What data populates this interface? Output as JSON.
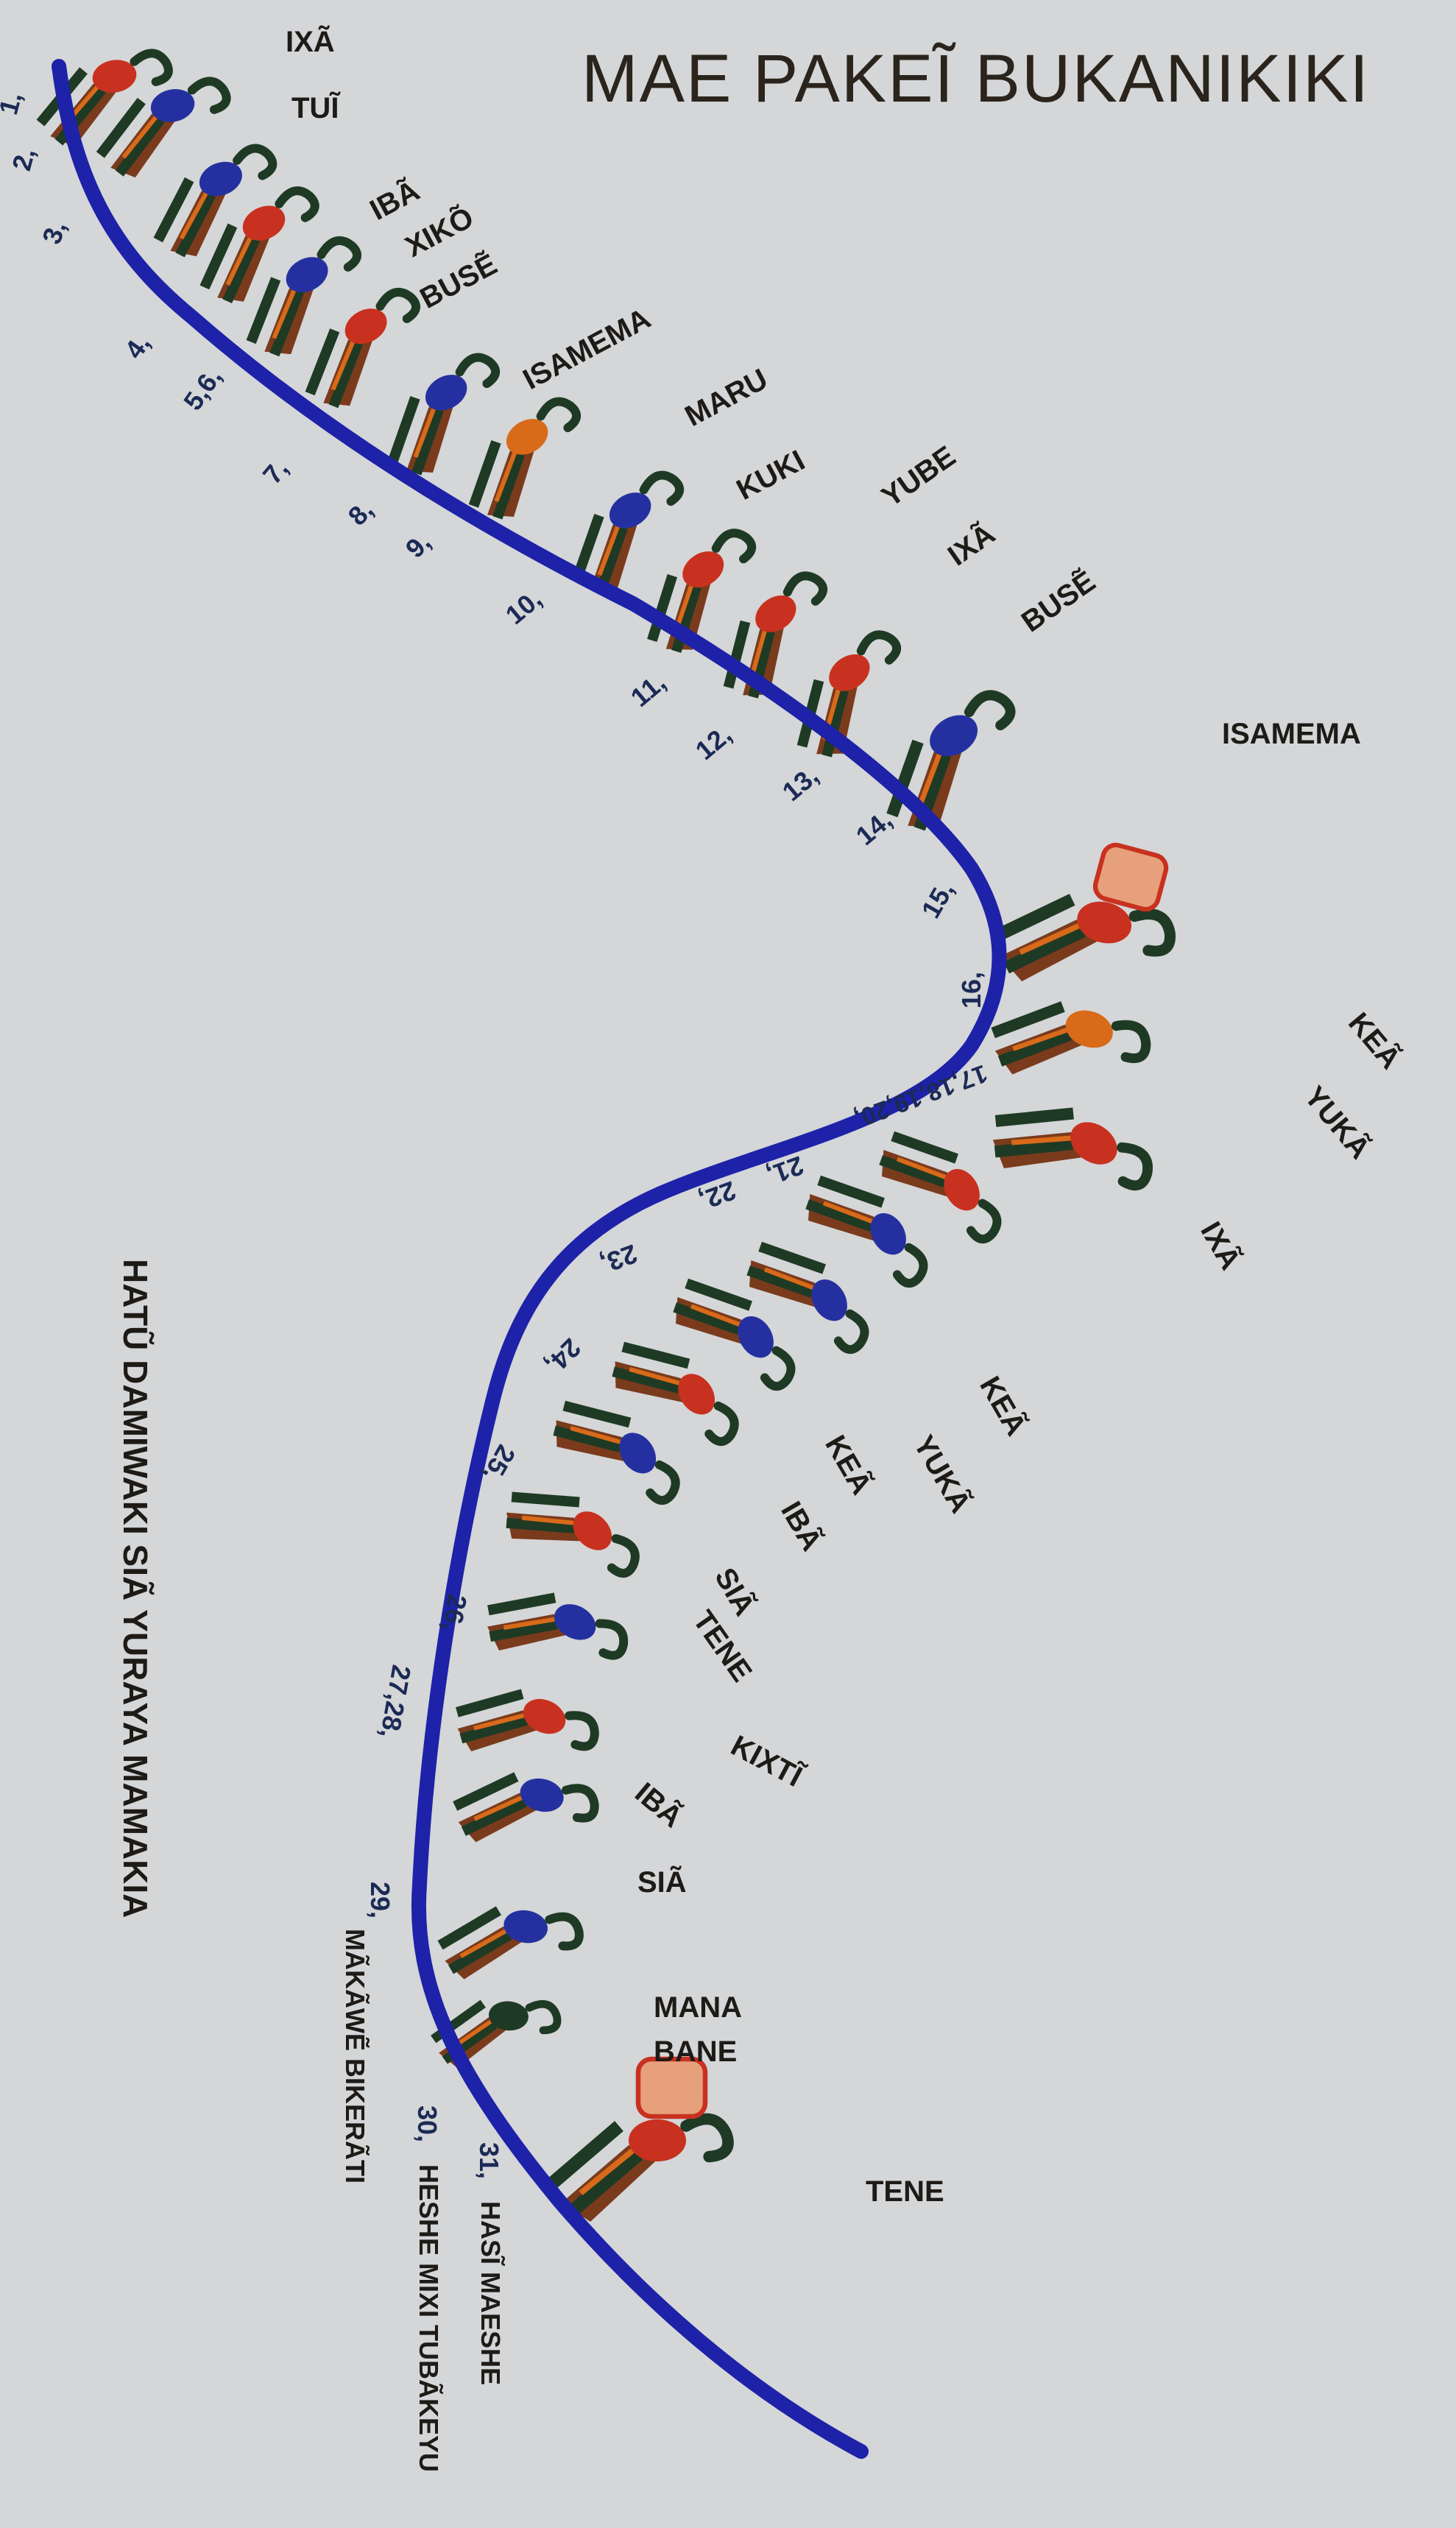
{
  "title": "MAE PAKEĨ BUKANIKIKI",
  "side_caption": "HATŨ DAMIWAKI SIÃ YURAYA MAMAKIA",
  "colors": {
    "background": "#d4d6d8",
    "path": "#1d22a8",
    "text": "#1e1a16",
    "number_text": "#1b2a55",
    "figure_red": "#c8311f",
    "figure_orange": "#d86a1a",
    "figure_green": "#1f3a24",
    "figure_blue": "#2530a0",
    "figure_brown": "#7a3b1c"
  },
  "labels": [
    {
      "id": "ixa-1",
      "text": "IXÃ"
    },
    {
      "id": "tui",
      "text": "TUĨ"
    },
    {
      "id": "iba-1",
      "text": "IBÃ"
    },
    {
      "id": "xiko",
      "text": "XIKÕ"
    },
    {
      "id": "buse-1",
      "text": "BUSẼ"
    },
    {
      "id": "isamema-1",
      "text": "ISAMEMA"
    },
    {
      "id": "maru",
      "text": "MARU"
    },
    {
      "id": "kuki",
      "text": "KUKI"
    },
    {
      "id": "yube",
      "text": "YUBE"
    },
    {
      "id": "ixa-2",
      "text": "IXÃ"
    },
    {
      "id": "buse-2",
      "text": "BUSẼ"
    },
    {
      "id": "isamema-2",
      "text": "ISAMEMA"
    },
    {
      "id": "kea-1",
      "text": "KEÃ"
    },
    {
      "id": "yuka-1",
      "text": "YUKÃ"
    },
    {
      "id": "ixa-3",
      "text": "IXÃ"
    },
    {
      "id": "kea-2",
      "text": "KEÃ"
    },
    {
      "id": "yuka-2",
      "text": "YUKÃ"
    },
    {
      "id": "kea-3",
      "text": "KEÃ"
    },
    {
      "id": "iba-2",
      "text": "IBÃ"
    },
    {
      "id": "sia-1",
      "text": "SIÃ"
    },
    {
      "id": "tene-1",
      "text": "TENE"
    },
    {
      "id": "kixti",
      "text": "KIXTĨ"
    },
    {
      "id": "iba-3",
      "text": "IBÃ"
    },
    {
      "id": "sia-2",
      "text": "SIÃ"
    },
    {
      "id": "mana",
      "text": "MANA"
    },
    {
      "id": "bane",
      "text": "BANE"
    },
    {
      "id": "tene-2",
      "text": "TENE"
    }
  ],
  "numbers": [
    {
      "id": "n1",
      "text": "1,"
    },
    {
      "id": "n2",
      "text": "2,"
    },
    {
      "id": "n3",
      "text": "3,"
    },
    {
      "id": "n4",
      "text": "4,"
    },
    {
      "id": "n56",
      "text": "5,6,"
    },
    {
      "id": "n7",
      "text": "7,"
    },
    {
      "id": "n8",
      "text": "8,"
    },
    {
      "id": "n9",
      "text": "9,"
    },
    {
      "id": "n10",
      "text": "10,"
    },
    {
      "id": "n11",
      "text": "11,"
    },
    {
      "id": "n12",
      "text": "12,"
    },
    {
      "id": "n13",
      "text": "13,"
    },
    {
      "id": "n14",
      "text": "14,"
    },
    {
      "id": "n15",
      "text": "15,"
    },
    {
      "id": "n16",
      "text": "16,"
    },
    {
      "id": "n1720",
      "text": "17,18,19,20,"
    },
    {
      "id": "n21",
      "text": "21,"
    },
    {
      "id": "n22",
      "text": "22,"
    },
    {
      "id": "n23",
      "text": "23,"
    },
    {
      "id": "n24",
      "text": "24,"
    },
    {
      "id": "n25",
      "text": "25,"
    },
    {
      "id": "n26",
      "text": "26,"
    },
    {
      "id": "n2728",
      "text": "27,28,"
    },
    {
      "id": "n29",
      "text": "29,"
    },
    {
      "id": "n30",
      "text": "30,"
    },
    {
      "id": "n31",
      "text": "31,"
    }
  ],
  "vertical_captions": [
    {
      "id": "cap29",
      "text": "MÃKÃWẼ BIKERÃTI"
    },
    {
      "id": "cap30",
      "text": "HESHE MIXI TUBÃKEYU"
    },
    {
      "id": "cap31",
      "text": "HASĨ MAESHE"
    }
  ]
}
